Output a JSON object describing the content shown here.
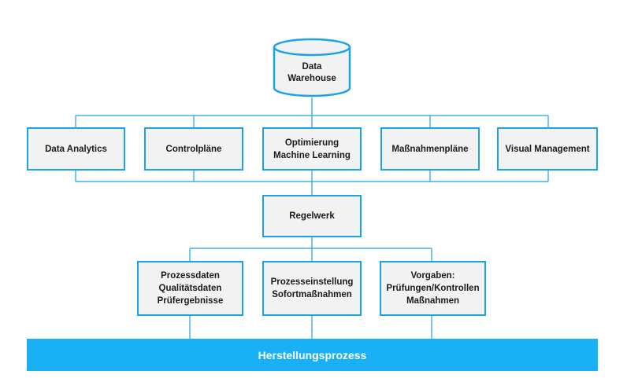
{
  "diagram": {
    "warehouse": {
      "line1": "Data",
      "line2": "Warehouse"
    },
    "tier1": [
      {
        "lines": [
          "Data Analytics"
        ]
      },
      {
        "lines": [
          "Controlpläne"
        ]
      },
      {
        "lines": [
          "Optimierung",
          "Machine Learning"
        ]
      },
      {
        "lines": [
          "Maßnahmenpläne"
        ]
      },
      {
        "lines": [
          "Visual Management"
        ]
      }
    ],
    "regelwerk": "Regelwerk",
    "tier2": [
      {
        "lines": [
          "Prozessdaten",
          "Qualitätsdaten",
          "Prüfergebnisse"
        ]
      },
      {
        "lines": [
          "Prozesseinstellung",
          "Sofortmaßnahmen"
        ]
      },
      {
        "lines": [
          "Vorgaben:",
          "Prüfungen/Kontrollen",
          "Maßnahmen"
        ]
      }
    ],
    "process_bar": "Herstellungsprozess"
  },
  "colors": {
    "accent": "#1aa3e8",
    "box_fill": "#f2f2f2",
    "bar_fill": "#1ab0f5",
    "bar_text": "#ffffff",
    "text": "#1a1a1a"
  }
}
